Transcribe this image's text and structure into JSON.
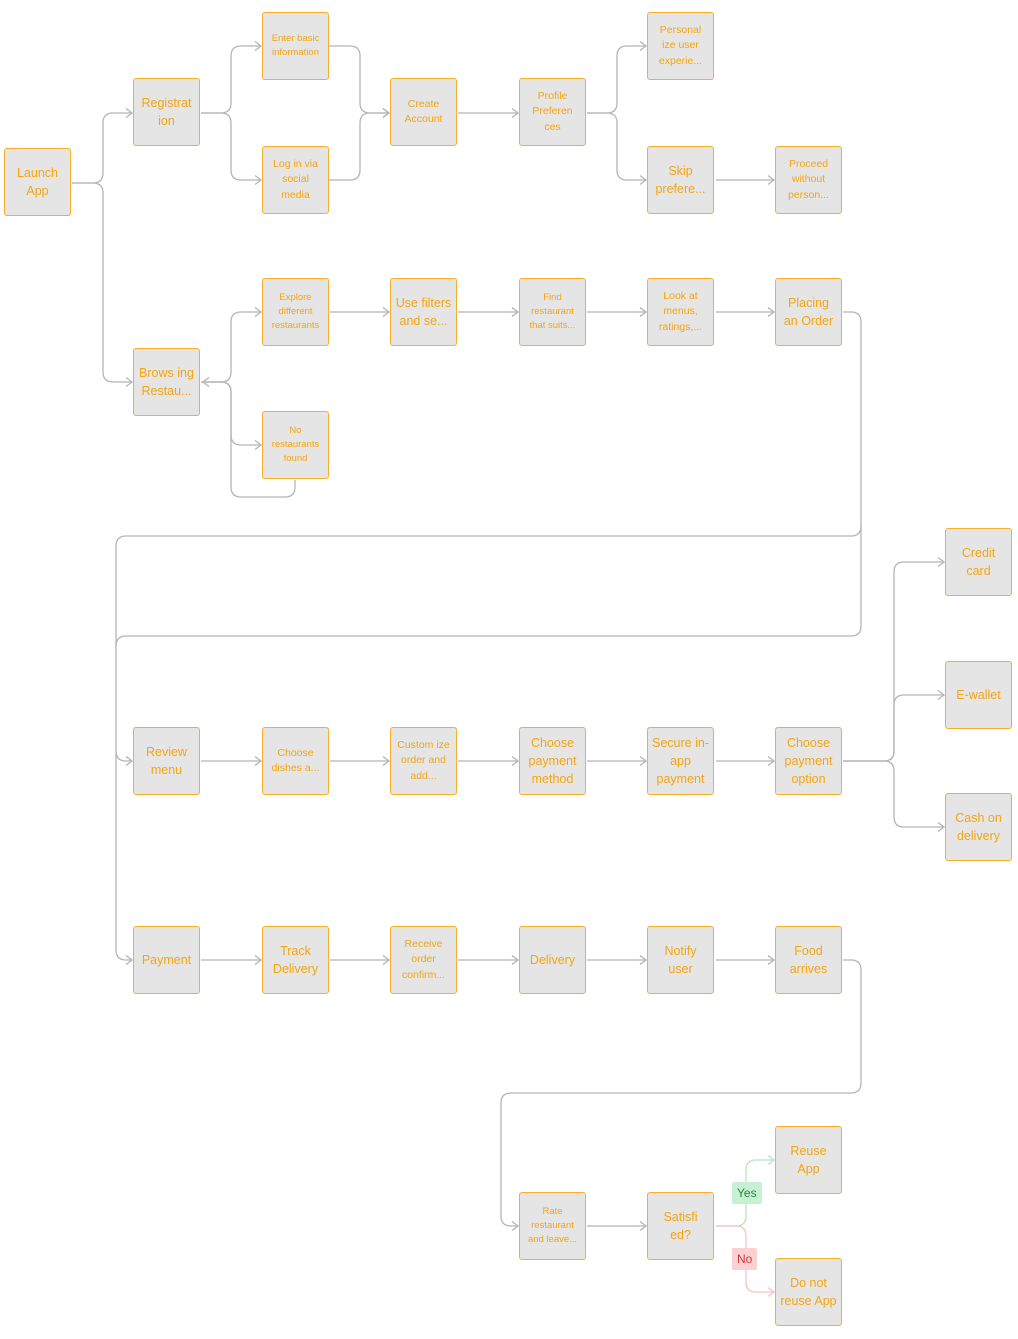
{
  "colors": {
    "node_fill": "#e5e5e5",
    "node_border": "#f5b027",
    "node_text": "#f5a50f",
    "edge": "#b5b5b5",
    "yes_edge": "#b7e4c2",
    "no_edge": "#f5c2c2"
  },
  "nodes": {
    "launch_app": "Launch App",
    "registration": "Registrat ion",
    "enter_basic_info": "Enter basic information",
    "log_in_social": "Log in via social media",
    "create_account": "Create Account",
    "profile_preferences": "Profile Preferen ces",
    "personalize": "Personal ize user experie...",
    "skip_preferences": "Skip prefere...",
    "proceed_without": "Proceed without person...",
    "browsing": "Brows ing Restau...",
    "explore_restaurants": "Explore different restaurants",
    "use_filters": "Use filters and se...",
    "find_restaurant": "Find restaurant that suits...",
    "look_at_menus": "Look at menus, ratings,...",
    "placing_order": "Placing an Order",
    "no_restaurants": "No restaurants found",
    "review_menu": "Review menu",
    "choose_dishes": "Choose dishes a...",
    "customize_order": "Custom ize order and add...",
    "choose_payment_method": "Choose payment method",
    "secure_payment": "Secure in-app payment",
    "choose_payment_option": "Choose payment option",
    "credit_card": "Credit card",
    "e_wallet": "E-wallet",
    "cash_on_delivery": "Cash on delivery",
    "payment": "Payment",
    "track_delivery": "Track Delivery",
    "receive_confirmation": "Receive order confirm...",
    "delivery": "Delivery",
    "notify_user": "Notify user",
    "food_arrives": "Food arrives",
    "rate_restaurant": "Rate restaurant and leave...",
    "satisfied": "Satisfi ed?",
    "reuse_app": "Reuse App",
    "do_not_reuse": "Do not reuse App"
  },
  "badges": {
    "yes": "Yes",
    "no": "No"
  }
}
